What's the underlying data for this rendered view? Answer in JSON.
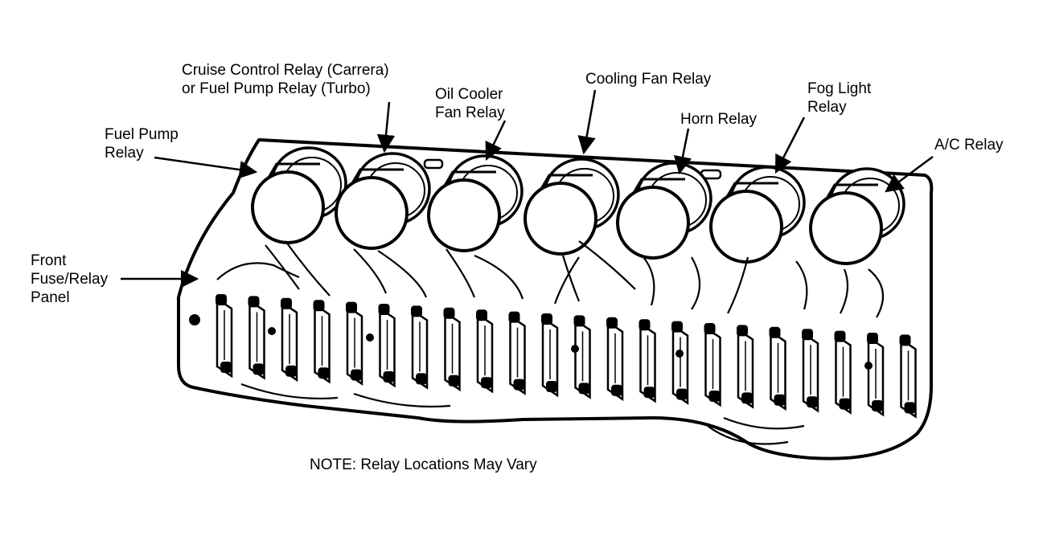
{
  "callouts": {
    "fuel_pump_relay": [
      "Fuel Pump",
      "Relay"
    ],
    "cruise_control_relay": [
      "Cruise Control Relay (Carrera)",
      "or Fuel Pump Relay (Turbo)"
    ],
    "oil_cooler_fan_relay": [
      "Oil Cooler",
      "Fan Relay"
    ],
    "cooling_fan_relay": [
      "Cooling Fan Relay"
    ],
    "horn_relay": [
      "Horn Relay"
    ],
    "fog_light_relay": [
      "Fog Light",
      "Relay"
    ],
    "ac_relay": [
      "A/C Relay"
    ],
    "front_fuse_relay_panel": [
      "Front",
      "Fuse/Relay",
      "Panel"
    ]
  },
  "note": "NOTE: Relay Locations May Vary",
  "relay_count": 7,
  "fuse_count": 22
}
